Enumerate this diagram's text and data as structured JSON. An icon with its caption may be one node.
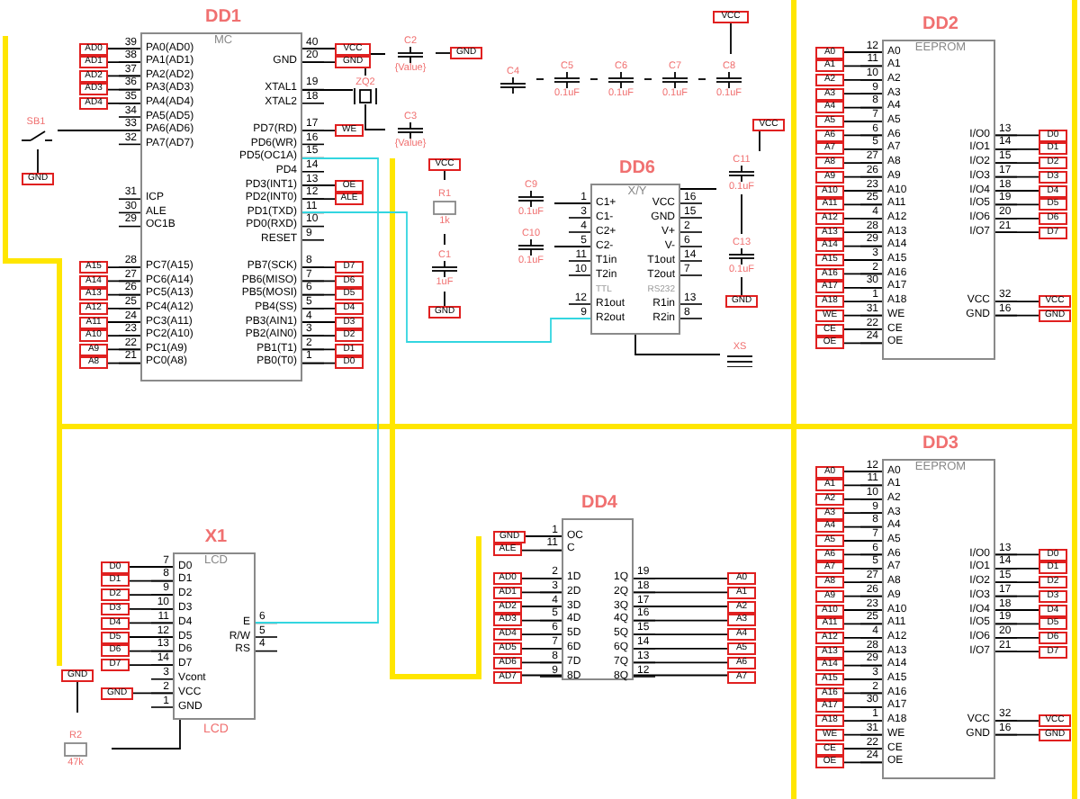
{
  "diagram": {
    "nodes": [
      {
        "text": [
          "DD1",
          "MC",
          "PA0(AD0)",
          "PA1(AD1)",
          "PA2(AD2)",
          "PA3(AD3)",
          "PA4(AD4)",
          "PA5(AD5)",
          "PA6(AD6)",
          "PA7(AD7)",
          "ICP",
          "ALE",
          "OC1B",
          "PC7(A15)",
          "PC6(A14)",
          "PC5(A13)",
          "PC4(A12)",
          "PC3(A11)",
          "PC2(A10)",
          "PC1(A9)",
          "PC0(A8)",
          "GND",
          "XTAL1",
          "XTAL2",
          "PD7(RD)",
          "PD6(WR)",
          "PD5(OC1A)",
          "PD4",
          "PD3(INT1)",
          "PD2(INT0)",
          "PD1(TXD)",
          "PD0(RXD)",
          "RESET",
          "PB7(SCK)",
          "PB6(MISO)",
          "PB5(MOSI)",
          "PB4(SS)",
          "PB3(AIN1)",
          "PB2(AIN0)",
          "PB1(T1)",
          "PB0(T0)"
        ],
        "beside": [
          "39",
          "38",
          "37",
          "36",
          "35",
          "34",
          "33",
          "32",
          "31",
          "30",
          "29",
          "28",
          "27",
          "26",
          "25",
          "24",
          "23",
          "22",
          "21",
          "40",
          "20",
          "19",
          "18",
          "17",
          "16",
          "15",
          "14",
          "13",
          "12",
          "11",
          "10",
          "9",
          "8",
          "7",
          "6",
          "5",
          "4",
          "3",
          "2",
          "1"
        ]
      },
      {
        "text": [
          "SB1"
        ]
      },
      {
        "text": [
          "GND"
        ]
      },
      {
        "text": [
          "AD0"
        ]
      },
      {
        "text": [
          "AD1"
        ]
      },
      {
        "text": [
          "AD2"
        ]
      },
      {
        "text": [
          "AD3"
        ]
      },
      {
        "text": [
          "AD4"
        ]
      },
      {
        "text": [
          "A15"
        ]
      },
      {
        "text": [
          "A14"
        ]
      },
      {
        "text": [
          "A13"
        ]
      },
      {
        "text": [
          "A12"
        ]
      },
      {
        "text": [
          "A11"
        ]
      },
      {
        "text": [
          "A10"
        ]
      },
      {
        "text": [
          "A9"
        ]
      },
      {
        "text": [
          "A8"
        ]
      },
      {
        "text": [
          "VCC"
        ]
      },
      {
        "text": [
          "GND"
        ]
      },
      {
        "text": [
          "WE"
        ]
      },
      {
        "text": [
          "OE"
        ]
      },
      {
        "text": [
          "ALE"
        ]
      },
      {
        "text": [
          "D7"
        ]
      },
      {
        "text": [
          "D6"
        ]
      },
      {
        "text": [
          "D5"
        ]
      },
      {
        "text": [
          "D4"
        ]
      },
      {
        "text": [
          "D3"
        ]
      },
      {
        "text": [
          "D2"
        ]
      },
      {
        "text": [
          "D1"
        ]
      },
      {
        "text": [
          "D0"
        ]
      },
      {
        "text": [
          "ZQ2"
        ]
      },
      {
        "text": [
          "C2",
          "{Value}"
        ]
      },
      {
        "text": [
          "C3",
          "{Value}"
        ]
      },
      {
        "text": [
          "GND"
        ]
      },
      {
        "text": [
          "VCC"
        ]
      },
      {
        "text": [
          "C4"
        ]
      },
      {
        "text": [
          "C5",
          "0.1uF"
        ]
      },
      {
        "text": [
          "C6",
          "0.1uF"
        ]
      },
      {
        "text": [
          "C7",
          "0.1uF"
        ]
      },
      {
        "text": [
          "C8",
          "0.1uF"
        ]
      },
      {
        "text": [
          "VCC"
        ]
      },
      {
        "text": [
          "R1",
          "1k"
        ]
      },
      {
        "text": [
          "C1",
          "1uF"
        ]
      },
      {
        "text": [
          "GND"
        ]
      },
      {
        "text": [
          "C9",
          "0.1uF"
        ]
      },
      {
        "text": [
          "C10",
          "0.1uF"
        ]
      },
      {
        "text": [
          "DD6",
          "X/Y",
          "C1+",
          "C1-",
          "C2+",
          "C2-",
          "T1in",
          "T2in",
          "R1out",
          "R2out",
          "VCC",
          "GND",
          "V+",
          "V-",
          "T1out",
          "T2out",
          "R1in",
          "R2in",
          "TTL",
          "RS232"
        ],
        "beside": [
          "1",
          "3",
          "4",
          "5",
          "11",
          "10",
          "12",
          "9",
          "16",
          "15",
          "2",
          "6",
          "14",
          "7",
          "13",
          "8"
        ]
      },
      {
        "text": [
          "C11",
          "0.1uF"
        ]
      },
      {
        "text": [
          "VCC"
        ]
      },
      {
        "text": [
          "C13",
          "0.1uF"
        ]
      },
      {
        "text": [
          "GND"
        ]
      },
      {
        "text": [
          "XS"
        ]
      },
      {
        "text": [
          "DD2",
          "EEPROM",
          "A0",
          "A1",
          "A2",
          "A3",
          "A4",
          "A5",
          "A6",
          "A7",
          "A8",
          "A9",
          "A10",
          "A11",
          "A12",
          "A13",
          "A14",
          "A15",
          "A16",
          "A17",
          "A18",
          "WE",
          "CE",
          "OE",
          "I/O0",
          "I/O1",
          "I/O2",
          "I/O3",
          "I/O4",
          "I/O5",
          "I/O6",
          "I/O7",
          "VCC",
          "GND"
        ],
        "beside": [
          "12",
          "11",
          "10",
          "9",
          "8",
          "7",
          "6",
          "5",
          "27",
          "26",
          "23",
          "25",
          "4",
          "28",
          "29",
          "3",
          "2",
          "30",
          "1",
          "31",
          "22",
          "24",
          "13",
          "14",
          "15",
          "17",
          "18",
          "19",
          "20",
          "21",
          "32",
          "16"
        ]
      },
      {
        "text": [
          "A0"
        ]
      },
      {
        "text": [
          "A1"
        ]
      },
      {
        "text": [
          "A2"
        ]
      },
      {
        "text": [
          "A3"
        ]
      },
      {
        "text": [
          "A4"
        ]
      },
      {
        "text": [
          "A5"
        ]
      },
      {
        "text": [
          "A6"
        ]
      },
      {
        "text": [
          "A7"
        ]
      },
      {
        "text": [
          "A8"
        ]
      },
      {
        "text": [
          "A9"
        ]
      },
      {
        "text": [
          "A10"
        ]
      },
      {
        "text": [
          "A11"
        ]
      },
      {
        "text": [
          "A12"
        ]
      },
      {
        "text": [
          "A13"
        ]
      },
      {
        "text": [
          "A14"
        ]
      },
      {
        "text": [
          "A15"
        ]
      },
      {
        "text": [
          "A16"
        ]
      },
      {
        "text": [
          "A17"
        ]
      },
      {
        "text": [
          "A18"
        ]
      },
      {
        "text": [
          "WE"
        ]
      },
      {
        "text": [
          "CE"
        ]
      },
      {
        "text": [
          "OE"
        ]
      },
      {
        "text": [
          "D0"
        ]
      },
      {
        "text": [
          "D1"
        ]
      },
      {
        "text": [
          "D2"
        ]
      },
      {
        "text": [
          "D3"
        ]
      },
      {
        "text": [
          "D4"
        ]
      },
      {
        "text": [
          "D5"
        ]
      },
      {
        "text": [
          "D6"
        ]
      },
      {
        "text": [
          "D7"
        ]
      },
      {
        "text": [
          "VCC"
        ]
      },
      {
        "text": [
          "GND"
        ]
      },
      {
        "text": [
          "DD3",
          "EEPROM",
          "A0",
          "A1",
          "A2",
          "A3",
          "A4",
          "A5",
          "A6",
          "A7",
          "A8",
          "A9",
          "A10",
          "A11",
          "A12",
          "A13",
          "A14",
          "A15",
          "A16",
          "A17",
          "A18",
          "WE",
          "CE",
          "OE",
          "I/O0",
          "I/O1",
          "I/O2",
          "I/O3",
          "I/O4",
          "I/O5",
          "I/O6",
          "I/O7",
          "VCC",
          "GND"
        ],
        "beside": [
          "12",
          "11",
          "10",
          "9",
          "8",
          "7",
          "6",
          "5",
          "27",
          "26",
          "23",
          "25",
          "4",
          "28",
          "29",
          "3",
          "2",
          "30",
          "1",
          "31",
          "22",
          "24",
          "13",
          "14",
          "15",
          "17",
          "18",
          "19",
          "20",
          "21",
          "32",
          "16"
        ]
      },
      {
        "text": [
          "A0"
        ]
      },
      {
        "text": [
          "A1"
        ]
      },
      {
        "text": [
          "A2"
        ]
      },
      {
        "text": [
          "A3"
        ]
      },
      {
        "text": [
          "A4"
        ]
      },
      {
        "text": [
          "A5"
        ]
      },
      {
        "text": [
          "A6"
        ]
      },
      {
        "text": [
          "A7"
        ]
      },
      {
        "text": [
          "A8"
        ]
      },
      {
        "text": [
          "A9"
        ]
      },
      {
        "text": [
          "A10"
        ]
      },
      {
        "text": [
          "A11"
        ]
      },
      {
        "text": [
          "A12"
        ]
      },
      {
        "text": [
          "A13"
        ]
      },
      {
        "text": [
          "A14"
        ]
      },
      {
        "text": [
          "A15"
        ]
      },
      {
        "text": [
          "A16"
        ]
      },
      {
        "text": [
          "A17"
        ]
      },
      {
        "text": [
          "A18"
        ]
      },
      {
        "text": [
          "WE"
        ]
      },
      {
        "text": [
          "CE"
        ]
      },
      {
        "text": [
          "OE"
        ]
      },
      {
        "text": [
          "D0"
        ]
      },
      {
        "text": [
          "D1"
        ]
      },
      {
        "text": [
          "D2"
        ]
      },
      {
        "text": [
          "D3"
        ]
      },
      {
        "text": [
          "D4"
        ]
      },
      {
        "text": [
          "D5"
        ]
      },
      {
        "text": [
          "D6"
        ]
      },
      {
        "text": [
          "D7"
        ]
      },
      {
        "text": [
          "VCC"
        ]
      },
      {
        "text": [
          "GND"
        ]
      },
      {
        "text": [
          "X1",
          "LCD",
          "D0",
          "D1",
          "D2",
          "D3",
          "D4",
          "D5",
          "D6",
          "D7",
          "Vcont",
          "VCC",
          "GND",
          "E",
          "R/W",
          "RS"
        ],
        "beside": [
          "7",
          "8",
          "9",
          "10",
          "11",
          "12",
          "13",
          "14",
          "3",
          "2",
          "1",
          "6",
          "5",
          "4",
          "LCD"
        ]
      },
      {
        "text": [
          "D0"
        ]
      },
      {
        "text": [
          "D1"
        ]
      },
      {
        "text": [
          "D2"
        ]
      },
      {
        "text": [
          "D3"
        ]
      },
      {
        "text": [
          "D4"
        ]
      },
      {
        "text": [
          "D5"
        ]
      },
      {
        "text": [
          "D6"
        ]
      },
      {
        "text": [
          "D7"
        ]
      },
      {
        "text": [
          "GND"
        ]
      },
      {
        "text": [
          "GND"
        ]
      },
      {
        "text": [
          "R2",
          "47k"
        ]
      },
      {
        "text": [
          "DD4",
          "OC",
          "C",
          "1D",
          "2D",
          "3D",
          "4D",
          "5D",
          "6D",
          "7D",
          "8D",
          "1Q",
          "2Q",
          "3Q",
          "4Q",
          "5Q",
          "6Q",
          "7Q",
          "8Q"
        ],
        "beside": [
          "1",
          "11",
          "2",
          "3",
          "4",
          "5",
          "6",
          "7",
          "8",
          "9",
          "19",
          "18",
          "17",
          "16",
          "15",
          "14",
          "13",
          "12"
        ]
      },
      {
        "text": [
          "GND"
        ]
      },
      {
        "text": [
          "ALE"
        ]
      },
      {
        "text": [
          "AD0"
        ]
      },
      {
        "text": [
          "AD1"
        ]
      },
      {
        "text": [
          "AD2"
        ]
      },
      {
        "text": [
          "AD3"
        ]
      },
      {
        "text": [
          "AD4"
        ]
      },
      {
        "text": [
          "AD5"
        ]
      },
      {
        "text": [
          "AD6"
        ]
      },
      {
        "text": [
          "AD7"
        ]
      },
      {
        "text": [
          "A0"
        ]
      },
      {
        "text": [
          "A1"
        ]
      },
      {
        "text": [
          "A2"
        ]
      },
      {
        "text": [
          "A3"
        ]
      },
      {
        "text": [
          "A4"
        ]
      },
      {
        "text": [
          "A5"
        ]
      },
      {
        "text": [
          "A6"
        ]
      },
      {
        "text": [
          "A7"
        ]
      }
    ],
    "edges": [
      {
        "from": 1,
        "to": 0,
        "arrow": "none"
      },
      {
        "from": 1,
        "to": 2,
        "arrow": "none"
      },
      {
        "from": 3,
        "to": 0,
        "arrow": "none"
      },
      {
        "from": 4,
        "to": 0,
        "arrow": "none"
      },
      {
        "from": 5,
        "to": 0,
        "arrow": "none"
      },
      {
        "from": 6,
        "to": 0,
        "arrow": "none"
      },
      {
        "from": 7,
        "to": 0,
        "arrow": "none"
      },
      {
        "from": 8,
        "to": 0,
        "arrow": "none"
      },
      {
        "from": 9,
        "to": 0,
        "arrow": "none"
      },
      {
        "from": 10,
        "to": 0,
        "arrow": "none"
      },
      {
        "from": 11,
        "to": 0,
        "arrow": "none"
      },
      {
        "from": 12,
        "to": 0,
        "arrow": "none"
      },
      {
        "from": 13,
        "to": 0,
        "arrow": "none"
      },
      {
        "from": 14,
        "to": 0,
        "arrow": "none"
      },
      {
        "from": 15,
        "to": 0,
        "arrow": "none"
      },
      {
        "from": 16,
        "to": 0,
        "arrow": "none"
      },
      {
        "from": 17,
        "to": 0,
        "arrow": "none"
      },
      {
        "from": 18,
        "to": 0,
        "arrow": "none"
      },
      {
        "from": 19,
        "to": 0,
        "arrow": "none"
      },
      {
        "from": 20,
        "to": 0,
        "arrow": "none"
      },
      {
        "from": 21,
        "to": 0,
        "arrow": "none"
      },
      {
        "from": 22,
        "to": 0,
        "arrow": "none"
      },
      {
        "from": 23,
        "to": 0,
        "arrow": "none"
      },
      {
        "from": 24,
        "to": 0,
        "arrow": "none"
      },
      {
        "from": 25,
        "to": 0,
        "arrow": "none"
      },
      {
        "from": 26,
        "to": 0,
        "arrow": "none"
      },
      {
        "from": 27,
        "to": 0,
        "arrow": "none"
      },
      {
        "from": 28,
        "to": 0,
        "arrow": "none"
      },
      {
        "from": 29,
        "to": 0,
        "arrow": "none"
      },
      {
        "from": 30,
        "to": 29,
        "arrow": "none"
      },
      {
        "from": 31,
        "to": 29,
        "arrow": "none"
      },
      {
        "from": 30,
        "to": 32,
        "arrow": "none"
      },
      {
        "from": 33,
        "to": 38,
        "arrow": "none"
      },
      {
        "from": 34,
        "to": 35,
        "arrow": "none"
      },
      {
        "from": 35,
        "to": 36,
        "arrow": "none"
      },
      {
        "from": 36,
        "to": 37,
        "arrow": "none"
      },
      {
        "from": 37,
        "to": 38,
        "arrow": "none"
      },
      {
        "from": 39,
        "to": 40,
        "arrow": "none"
      },
      {
        "from": 40,
        "to": 41,
        "arrow": "none"
      },
      {
        "from": 41,
        "to": 42,
        "arrow": "none"
      },
      {
        "from": 43,
        "to": 45,
        "arrow": "none"
      },
      {
        "from": 44,
        "to": 45,
        "arrow": "none"
      },
      {
        "from": 45,
        "to": 46,
        "arrow": "none"
      },
      {
        "from": 46,
        "to": 47,
        "arrow": "none"
      },
      {
        "from": 46,
        "to": 48,
        "arrow": "none"
      },
      {
        "from": 48,
        "to": 49,
        "arrow": "none"
      },
      {
        "from": 50,
        "to": 45,
        "arrow": "none"
      },
      {
        "from": 52,
        "to": 51,
        "arrow": "none"
      },
      {
        "from": 53,
        "to": 51,
        "arrow": "none"
      },
      {
        "from": 54,
        "to": 51,
        "arrow": "none"
      },
      {
        "from": 55,
        "to": 51,
        "arrow": "none"
      },
      {
        "from": 56,
        "to": 51,
        "arrow": "none"
      },
      {
        "from": 57,
        "to": 51,
        "arrow": "none"
      },
      {
        "from": 58,
        "to": 51,
        "arrow": "none"
      },
      {
        "from": 59,
        "to": 51,
        "arrow": "none"
      },
      {
        "from": 60,
        "to": 51,
        "arrow": "none"
      },
      {
        "from": 61,
        "to": 51,
        "arrow": "none"
      },
      {
        "from": 62,
        "to": 51,
        "arrow": "none"
      },
      {
        "from": 63,
        "to": 51,
        "arrow": "none"
      },
      {
        "from": 64,
        "to": 51,
        "arrow": "none"
      },
      {
        "from": 65,
        "to": 51,
        "arrow": "none"
      },
      {
        "from": 66,
        "to": 51,
        "arrow": "none"
      },
      {
        "from": 67,
        "to": 51,
        "arrow": "none"
      },
      {
        "from": 68,
        "to": 51,
        "arrow": "none"
      },
      {
        "from": 69,
        "to": 51,
        "arrow": "none"
      },
      {
        "from": 70,
        "to": 51,
        "arrow": "none"
      },
      {
        "from": 71,
        "to": 51,
        "arrow": "none"
      },
      {
        "from": 72,
        "to": 51,
        "arrow": "none"
      },
      {
        "from": 73,
        "to": 51,
        "arrow": "none"
      },
      {
        "from": 74,
        "to": 51,
        "arrow": "none"
      },
      {
        "from": 75,
        "to": 51,
        "arrow": "none"
      },
      {
        "from": 76,
        "to": 51,
        "arrow": "none"
      },
      {
        "from": 77,
        "to": 51,
        "arrow": "none"
      },
      {
        "from": 78,
        "to": 51,
        "arrow": "none"
      },
      {
        "from": 79,
        "to": 51,
        "arrow": "none"
      },
      {
        "from": 80,
        "to": 51,
        "arrow": "none"
      },
      {
        "from": 81,
        "to": 51,
        "arrow": "none"
      },
      {
        "from": 82,
        "to": 51,
        "arrow": "none"
      },
      {
        "from": 83,
        "to": 51,
        "arrow": "none"
      },
      {
        "from": 85,
        "to": 84,
        "arrow": "none"
      },
      {
        "from": 86,
        "to": 84,
        "arrow": "none"
      },
      {
        "from": 87,
        "to": 84,
        "arrow": "none"
      },
      {
        "from": 88,
        "to": 84,
        "arrow": "none"
      },
      {
        "from": 89,
        "to": 84,
        "arrow": "none"
      },
      {
        "from": 90,
        "to": 84,
        "arrow": "none"
      },
      {
        "from": 91,
        "to": 84,
        "arrow": "none"
      },
      {
        "from": 92,
        "to": 84,
        "arrow": "none"
      },
      {
        "from": 93,
        "to": 84,
        "arrow": "none"
      },
      {
        "from": 94,
        "to": 84,
        "arrow": "none"
      },
      {
        "from": 95,
        "to": 84,
        "arrow": "none"
      },
      {
        "from": 96,
        "to": 84,
        "arrow": "none"
      },
      {
        "from": 97,
        "to": 84,
        "arrow": "none"
      },
      {
        "from": 98,
        "to": 84,
        "arrow": "none"
      },
      {
        "from": 99,
        "to": 84,
        "arrow": "none"
      },
      {
        "from": 100,
        "to": 84,
        "arrow": "none"
      },
      {
        "from": 101,
        "to": 84,
        "arrow": "none"
      },
      {
        "from": 102,
        "to": 84,
        "arrow": "none"
      },
      {
        "from": 103,
        "to": 84,
        "arrow": "none"
      },
      {
        "from": 104,
        "to": 84,
        "arrow": "none"
      },
      {
        "from": 105,
        "to": 84,
        "arrow": "none"
      },
      {
        "from": 106,
        "to": 84,
        "arrow": "none"
      },
      {
        "from": 107,
        "to": 84,
        "arrow": "none"
      },
      {
        "from": 108,
        "to": 84,
        "arrow": "none"
      },
      {
        "from": 109,
        "to": 84,
        "arrow": "none"
      },
      {
        "from": 110,
        "to": 84,
        "arrow": "none"
      },
      {
        "from": 111,
        "to": 84,
        "arrow": "none"
      },
      {
        "from": 112,
        "to": 84,
        "arrow": "none"
      },
      {
        "from": 113,
        "to": 84,
        "arrow": "none"
      },
      {
        "from": 114,
        "to": 84,
        "arrow": "none"
      },
      {
        "from": 115,
        "to": 84,
        "arrow": "none"
      },
      {
        "from": 116,
        "to": 84,
        "arrow": "none"
      },
      {
        "from": 118,
        "to": 117,
        "arrow": "none"
      },
      {
        "from": 119,
        "to": 117,
        "arrow": "none"
      },
      {
        "from": 120,
        "to": 117,
        "arrow": "none"
      },
      {
        "from": 121,
        "to": 117,
        "arrow": "none"
      },
      {
        "from": 122,
        "to": 117,
        "arrow": "none"
      },
      {
        "from": 123,
        "to": 117,
        "arrow": "none"
      },
      {
        "from": 124,
        "to": 117,
        "arrow": "none"
      },
      {
        "from": 125,
        "to": 117,
        "arrow": "none"
      },
      {
        "from": 127,
        "to": 117,
        "arrow": "none"
      },
      {
        "from": 126,
        "to": 128,
        "arrow": "none"
      },
      {
        "from": 128,
        "to": 117,
        "arrow": "none"
      },
      {
        "from": 130,
        "to": 129,
        "arrow": "none"
      },
      {
        "from": 131,
        "to": 129,
        "arrow": "none"
      },
      {
        "from": 132,
        "to": 129,
        "arrow": "none"
      },
      {
        "from": 133,
        "to": 129,
        "arrow": "none"
      },
      {
        "from": 134,
        "to": 129,
        "arrow": "none"
      },
      {
        "from": 135,
        "to": 129,
        "arrow": "none"
      },
      {
        "from": 136,
        "to": 129,
        "arrow": "none"
      },
      {
        "from": 137,
        "to": 129,
        "arrow": "none"
      },
      {
        "from": 138,
        "to": 129,
        "arrow": "none"
      },
      {
        "from": 139,
        "to": 129,
        "arrow": "none"
      },
      {
        "from": 129,
        "to": 140,
        "arrow": "none"
      },
      {
        "from": 129,
        "to": 141,
        "arrow": "none"
      },
      {
        "from": 129,
        "to": 142,
        "arrow": "none"
      },
      {
        "from": 129,
        "to": 143,
        "arrow": "none"
      },
      {
        "from": 129,
        "to": 144,
        "arrow": "none"
      },
      {
        "from": 129,
        "to": 145,
        "arrow": "none"
      },
      {
        "from": 129,
        "to": 146,
        "arrow": "none"
      },
      {
        "from": 129,
        "to": 147,
        "arrow": "none"
      },
      {
        "from": 0,
        "to": 117,
        "arrow": "none",
        "color": "#33d6e0"
      },
      {
        "from": 0,
        "to": 45,
        "arrow": "none",
        "color": "#33d6e0"
      }
    ]
  }
}
